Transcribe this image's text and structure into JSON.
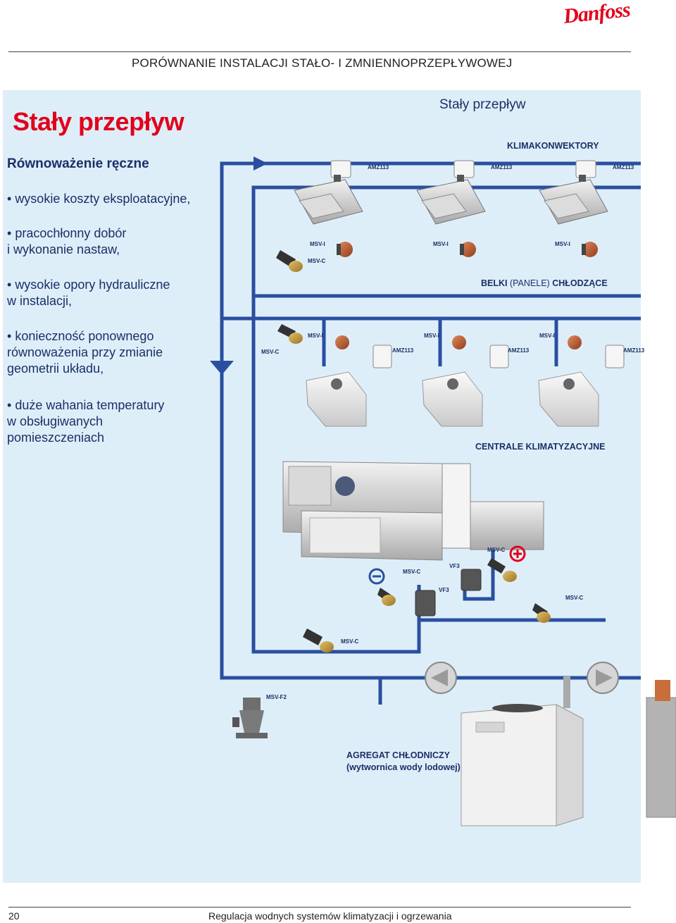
{
  "brand": "Danfoss",
  "page_title": "PORÓWNANIE INSTALACJI STAŁO- I ZMNIENNOPRZEPŁYWOWEJ",
  "left": {
    "title": "Stały przepływ",
    "subtitle": "Równoważenie ręczne",
    "bullets": [
      "wysokie koszty eksploatacyjne,",
      "pracochłonny dobór\ni wykonanie nastaw,",
      "wysokie opory hydrauliczne\nw instalacji,",
      "konieczność ponownego\nrównoważenia przy zmianie\ngeometrii układu,",
      "duże wahania temperatury\nw obsługiwanych\npomieszczeniach"
    ]
  },
  "diagram": {
    "flow_title": "Stały przepływ",
    "sections": {
      "fancoils": "KLIMAKONWEKTORY",
      "beams_a": "BELKI",
      "beams_b": "(PANELE)",
      "beams_c": "CHŁODZĄCE",
      "ahu": "CENTRALE KLIMATYZACYJNE",
      "chiller_line1": "AGREGAT CHŁODNICZY",
      "chiller_line2": "(wytwornica wody lodowej)"
    },
    "labels": {
      "amz": "AMZ113",
      "msvi": "MSV-I",
      "msvc": "MSV-C",
      "vf3": "VF3",
      "msvf2": "MSV-F2"
    }
  },
  "colors": {
    "accent": "#e2001a",
    "pipe": "#2a4fa0",
    "text": "#1b2f66",
    "panel": "#deeef9"
  },
  "footer": {
    "page_number": "20",
    "text": "Regulacja wodnych systemów klimatyzacji i ogrzewania"
  }
}
